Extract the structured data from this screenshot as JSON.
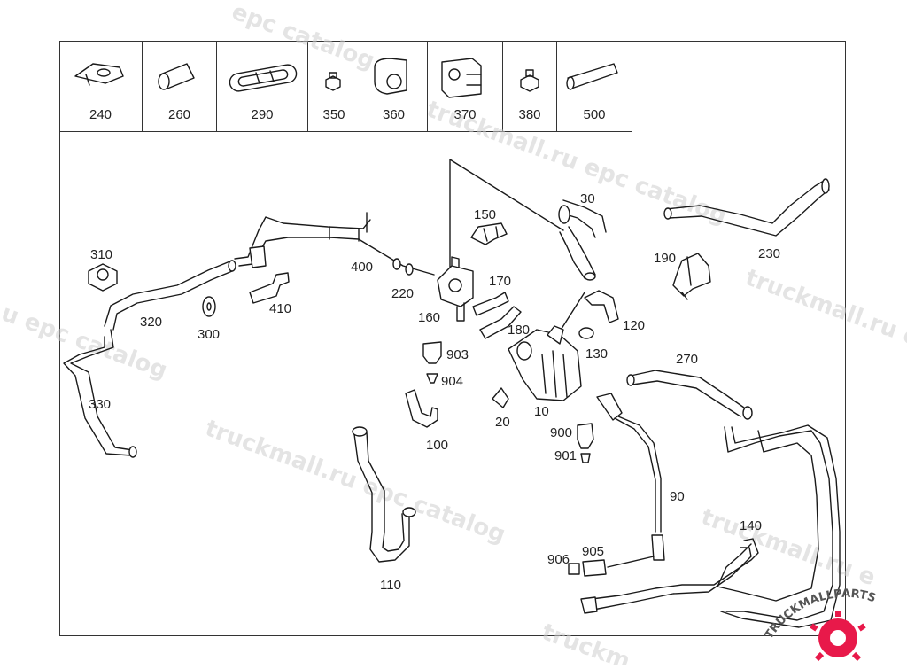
{
  "legend": [
    {
      "id": "240"
    },
    {
      "id": "260"
    },
    {
      "id": "290"
    },
    {
      "id": "350"
    },
    {
      "id": "360"
    },
    {
      "id": "370"
    },
    {
      "id": "380"
    },
    {
      "id": "500"
    }
  ],
  "callouts": {
    "c10": "10",
    "c20": "20",
    "c30": "30",
    "c90": "90",
    "c100": "100",
    "c110": "110",
    "c120": "120",
    "c130": "130",
    "c140": "140",
    "c150": "150",
    "c160": "160",
    "c170": "170",
    "c180": "180",
    "c190": "190",
    "c220": "220",
    "c230": "230",
    "c270": "270",
    "c300": "300",
    "c310": "310",
    "c320": "320",
    "c330": "330",
    "c400": "400",
    "c410": "410",
    "c900": "900",
    "c901": "901",
    "c903": "903",
    "c904": "904",
    "c905": "905",
    "c906": "906"
  },
  "watermarks": {
    "top": "epc catalog",
    "mid_top": "truckmall.ru epc catalog",
    "right": "truckmall.ru e",
    "left": "u epc catalog",
    "center": "truckmall.ru epc catalog",
    "low": "truckmall.ru e",
    "bottom": "truckm"
  },
  "brand": {
    "text": "TRUCKMALLPARTS",
    "accent": "#e8194a"
  }
}
